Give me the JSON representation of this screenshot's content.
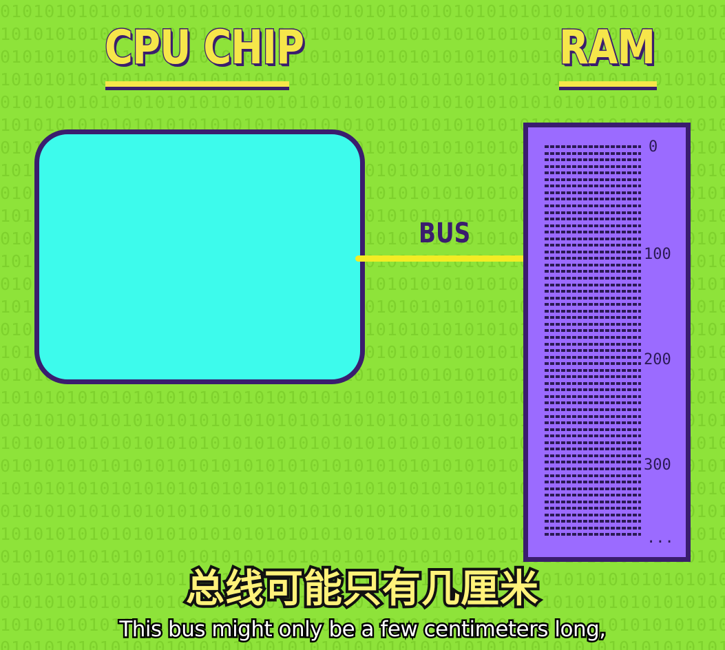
{
  "scene": {
    "background_color": "#8ee33a",
    "binary_pattern": "010101"
  },
  "cpu": {
    "heading": "CPU CHIP",
    "chip_color": "#3dfbec"
  },
  "bus": {
    "label": "BUS",
    "line_color": "#f3ec24"
  },
  "ram": {
    "heading": "RAM",
    "block_color": "#9b6bff",
    "address_labels": [
      "0",
      "100",
      "200",
      "300",
      "..."
    ]
  },
  "subtitles": {
    "chinese": "总线可能只有几厘米",
    "english": "This bus might only be a few centimeters long,"
  },
  "colors": {
    "heading_fill": "#f6e64a",
    "outline": "#3a1d6e"
  }
}
